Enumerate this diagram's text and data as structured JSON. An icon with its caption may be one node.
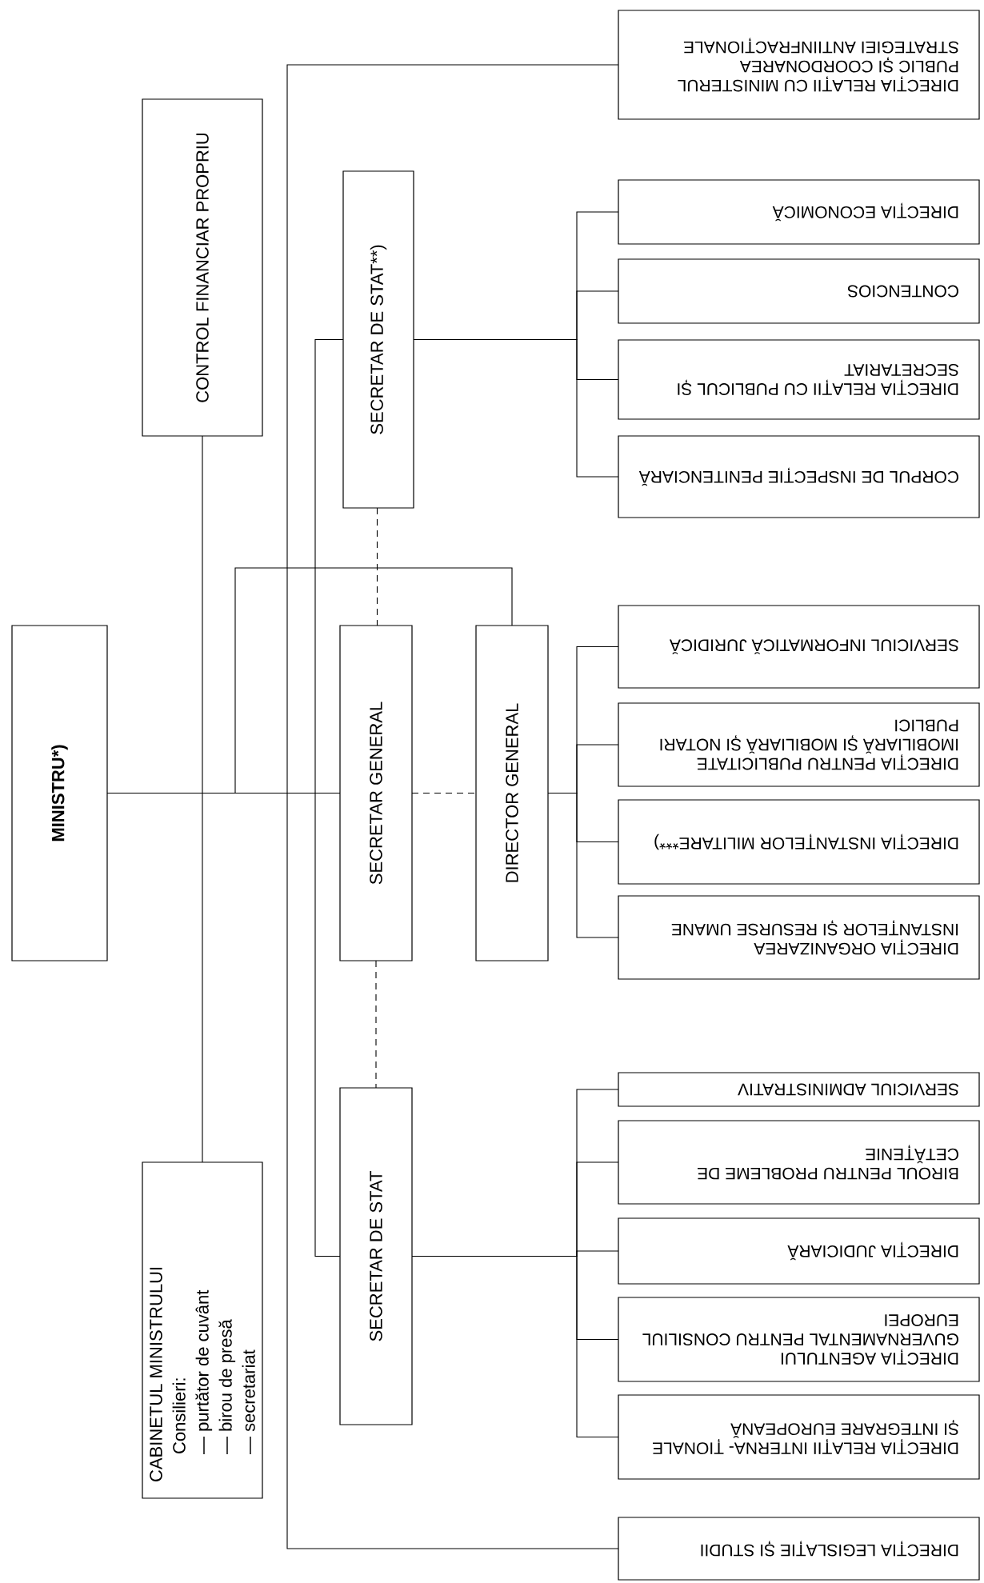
{
  "diagram": {
    "nodes": [
      {
        "text": [
          "MINISTRU*)"
        ]
      },
      {
        "text": [
          "CONTROL FINANCIAR PROPRIU"
        ]
      },
      {
        "text": [
          "CABINETUL MINISTRULUI",
          "Consilieri:",
          "— purtător de cuvânt",
          "— birou de presă",
          "— secretariat"
        ]
      },
      {
        "text": [
          "SECRETAR DE STAT**)"
        ]
      },
      {
        "text": [
          "SECRETAR GENERAL"
        ]
      },
      {
        "text": [
          "DIRECTOR GENERAL"
        ]
      },
      {
        "text": [
          "SECRETAR DE STAT"
        ]
      },
      {
        "text": [
          "DIRECȚIA RELAȚII CU MINISTERUL PUBLIC ȘI COORDONAREA STRATEGIEI ANTIINFRACȚIONALE"
        ]
      },
      {
        "text": [
          "DIRECȚIA ECONOMICĂ"
        ]
      },
      {
        "text": [
          "CONTENCIOS"
        ]
      },
      {
        "text": [
          "DIRECȚIA RELAȚII CU PUBLICUL ȘI SECRETARIAT"
        ]
      },
      {
        "text": [
          "CORPUL DE INSPECȚIE PENITENCIARĂ"
        ]
      },
      {
        "text": [
          "SERVICIUL INFORMATICĂ JURIDICĂ"
        ]
      },
      {
        "text": [
          "DIRECȚIA PENTRU PUBLICITATE IMOBILIARĂ ȘI MOBILIARĂ ȘI NOTARI PUBLICI"
        ]
      },
      {
        "text": [
          "DIRECȚIA INSTANȚELOR MILITARE***)"
        ]
      },
      {
        "text": [
          "DIRECȚIA ORGANIZAREA INSTANȚELOR ȘI RESURSE UMANE"
        ]
      },
      {
        "text": [
          "SERVICIUL ADMINISTRATIV"
        ]
      },
      {
        "text": [
          "BIROUL PENTRU PROBLEME DE CETĂȚENIE"
        ]
      },
      {
        "text": [
          "DIRECȚIA JUDICIARĂ"
        ]
      },
      {
        "text": [
          "DIRECȚIA AGENTULUI GUVERNAMENTAL PENTRU CONSILIUL EUROPEI"
        ]
      },
      {
        "text": [
          "DIRECȚIA RELAȚII INTERNA- ȚIONALE ȘI INTEGRARE EUROPEANĂ"
        ]
      },
      {
        "text": [
          "DIRECȚIA LEGISLAȚIE ȘI STUDII"
        ]
      }
    ],
    "edges": [
      {
        "from": 0,
        "to": 1,
        "arrow": "none"
      },
      {
        "from": 0,
        "to": 2,
        "arrow": "none"
      },
      {
        "from": 0,
        "to": 4,
        "arrow": "none"
      },
      {
        "from": 0,
        "to": 5,
        "arrow": "none"
      },
      {
        "from": 0,
        "to": 7,
        "arrow": "none"
      },
      {
        "from": 0,
        "to": 21,
        "arrow": "none"
      },
      {
        "from": 0,
        "to": 3,
        "arrow": "none"
      },
      {
        "from": 0,
        "to": 6,
        "arrow": "none"
      },
      {
        "from": 3,
        "to": 4,
        "arrow": "none",
        "style": "dashed"
      },
      {
        "from": 4,
        "to": 6,
        "arrow": "none",
        "style": "dashed"
      },
      {
        "from": 4,
        "to": 5,
        "arrow": "none",
        "style": "dashed"
      },
      {
        "from": 3,
        "to": 8,
        "arrow": "none"
      },
      {
        "from": 3,
        "to": 9,
        "arrow": "none"
      },
      {
        "from": 3,
        "to": 10,
        "arrow": "none"
      },
      {
        "from": 3,
        "to": 11,
        "arrow": "none"
      },
      {
        "from": 5,
        "to": 12,
        "arrow": "none"
      },
      {
        "from": 5,
        "to": 13,
        "arrow": "none"
      },
      {
        "from": 5,
        "to": 14,
        "arrow": "none"
      },
      {
        "from": 5,
        "to": 15,
        "arrow": "none"
      },
      {
        "from": 6,
        "to": 16,
        "arrow": "none"
      },
      {
        "from": 6,
        "to": 17,
        "arrow": "none"
      },
      {
        "from": 6,
        "to": 18,
        "arrow": "none"
      },
      {
        "from": 6,
        "to": 19,
        "arrow": "none"
      },
      {
        "from": 6,
        "to": 20,
        "arrow": "none"
      }
    ]
  }
}
